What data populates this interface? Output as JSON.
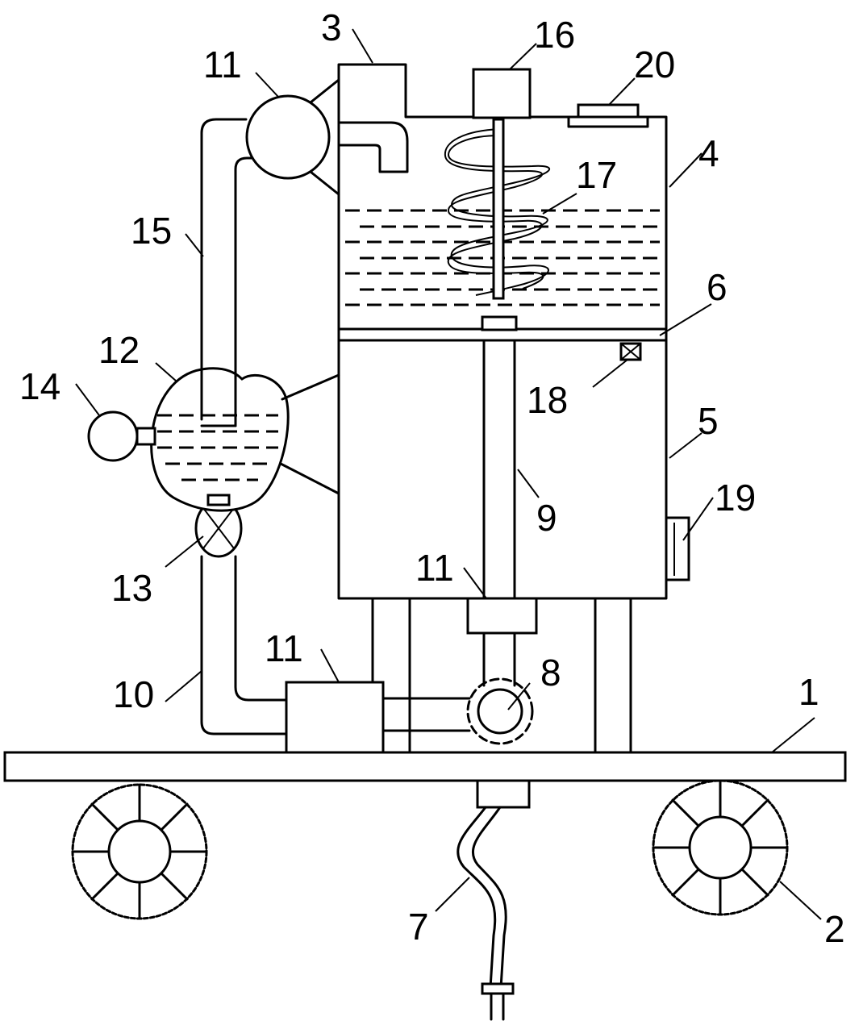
{
  "colors": {
    "line": "#000000",
    "background": "#ffffff"
  },
  "labels": {
    "n1": "1",
    "n2": "2",
    "n3": "3",
    "n4": "4",
    "n5": "5",
    "n6": "6",
    "n7": "7",
    "n8": "8",
    "n9": "9",
    "n10": "10",
    "n11a": "11",
    "n11b": "11",
    "n11c": "11",
    "n12": "12",
    "n13": "13",
    "n14": "14",
    "n15": "15",
    "n16": "16",
    "n17": "17",
    "n18": "18",
    "n19": "19",
    "n20": "20"
  }
}
